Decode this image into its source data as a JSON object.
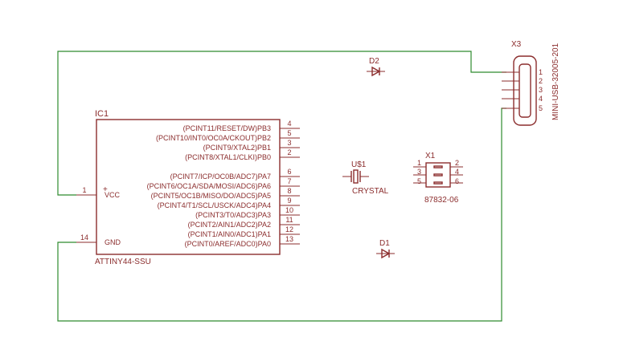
{
  "colors": {
    "part": "#8b2d2d",
    "wire": "#2e8b2e",
    "background": "#ffffff"
  },
  "ic1": {
    "ref": "IC1",
    "value": "ATTINY44-SSU",
    "left_pins": [
      {
        "num": "1",
        "name": "VCC"
      },
      {
        "num": "14",
        "name": "GND"
      }
    ],
    "right_pins": [
      {
        "num": "4",
        "name": "(PCINT11/RESET/DW)PB3"
      },
      {
        "num": "5",
        "name": "(PCINT10/INT0/OC0A/CKOUT)PB2"
      },
      {
        "num": "3",
        "name": "(PCINT9/XTAL2)PB1"
      },
      {
        "num": "2",
        "name": "(PCINT8/XTAL1/CLKI)PB0"
      },
      {
        "num": "6",
        "name": "(PCINT7/ICP/OC0B/ADC7)PA7"
      },
      {
        "num": "7",
        "name": "(PCINT6/OC1A/SDA/MOSI/ADC6)PA6"
      },
      {
        "num": "8",
        "name": "(PCINT5/OC1B/MISO/DO/ADC5)PA5"
      },
      {
        "num": "9",
        "name": "(PCINT4/T1/SCL/USCK/ADC4)PA4"
      },
      {
        "num": "10",
        "name": "(PCINT3/T0/ADC3)PA3"
      },
      {
        "num": "11",
        "name": "(PCINT2/AIN1/ADC2)PA2"
      },
      {
        "num": "12",
        "name": "(PCINT1/AIN0/ADC1)PA1"
      },
      {
        "num": "13",
        "name": "(PCINT0/AREF/ADC0)PA0"
      }
    ]
  },
  "u1": {
    "ref": "U$1",
    "value": "CRYSTAL"
  },
  "x1": {
    "ref": "X1",
    "value": "87832-06",
    "pins": [
      "1",
      "2",
      "3",
      "4",
      "5",
      "6"
    ]
  },
  "x3": {
    "ref": "X3",
    "value": "MINI-USB-32005-201",
    "pins": [
      "1",
      "2",
      "3",
      "4",
      "5"
    ]
  },
  "d1": {
    "ref": "D1"
  },
  "d2": {
    "ref": "D2"
  }
}
